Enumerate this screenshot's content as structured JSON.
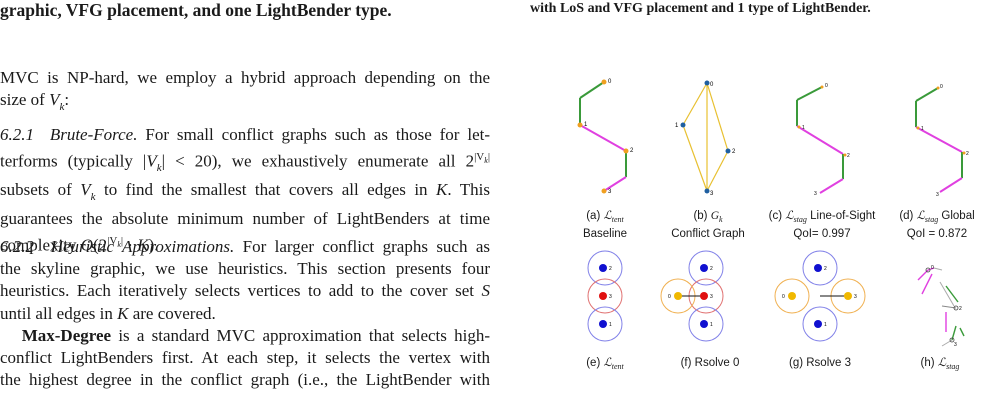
{
  "left": {
    "caption_fragment": "graphic, VFG placement, and one LightBender type.",
    "intro_line1": "MVC is NP-hard, we employ a hybrid approach depending on the",
    "intro_line2_pre": "size of ",
    "intro_line2_var": "V",
    "intro_line2_sub": "k",
    "intro_line2_post": ":",
    "sec621_num": "6.2.1",
    "sec621_title": "Brute-Force.",
    "sec621_l1": "For small conflict graphs such as those for let-",
    "sec621_l2_pre": "terforms (typically |",
    "sec621_l2_var": "V",
    "sec621_l2_sub": "k",
    "sec621_l2_mid": "| < 20), we exhaustively enumerate all 2",
    "sec621_l2_sup": "|V",
    "sec621_l2_supsub": "k",
    "sec621_l2_supend": "|",
    "sec621_l3_pre": "subsets of ",
    "sec621_l3_var": "V",
    "sec621_l3_sub": "k",
    "sec621_l3_post": " to find the smallest that covers all edges in ",
    "sec621_l3_K": "K",
    "sec621_l3_end": ". This",
    "sec621_l4": "guarantees the absolute minimum number of LightBenders at time",
    "sec621_l5_pre": "complexity ",
    "sec621_l5_math": "O",
    "sec621_l5_open": "(2",
    "sec621_l5_sup": "|V",
    "sec621_l5_supsub": "k",
    "sec621_l5_supend": "|",
    "sec621_l5_mid": " · ",
    "sec621_l5_K": "K",
    "sec621_l5_close": ").",
    "sec622_num": "6.2.2",
    "sec622_title": "Heuristic Approximations.",
    "sec622_l1": "For larger conflict graphs such as",
    "sec622_l2": "the skyline graphic, we use heuristics. This section presents four",
    "sec622_l3_pre": "heuristics. Each iteratively selects vertices to add to the cover set ",
    "sec622_l3_S": "S",
    "sec622_l4_pre": "until all edges in ",
    "sec622_l4_K": "K",
    "sec622_l4_post": " are covered.",
    "maxdeg_bold": "Max-Degree",
    "maxdeg_l1": " is a standard MVC approximation that selects high-",
    "maxdeg_l2": "conflict LightBenders first. At each step, it selects the vertex with",
    "maxdeg_l3": "the highest degree in the conflict graph (i.e., the LightBender with"
  },
  "right": {
    "caption_fragment": "with LoS and VFG placement and 1 type of LightBender.",
    "subfigs": [
      {
        "letter": "(a) ",
        "sym": "ℒ",
        "sub": "tent",
        "line2": "Baseline"
      },
      {
        "letter": "(b) ",
        "sym": "G",
        "sub": "k",
        "line2": "Conflict Graph"
      },
      {
        "letter": "(c) ",
        "sym": "ℒ",
        "sub": "stag",
        "after": " Line-of-Sight",
        "line2": "QoI= 0.997"
      },
      {
        "letter": "(d) ",
        "sym": "ℒ",
        "sub": "stag",
        "after": " Global",
        "line2": "QoI = 0.872"
      },
      {
        "letter": "(e) ",
        "sym": "ℒ",
        "sub": "tent"
      },
      {
        "letter": "(f) Rsolve 0"
      },
      {
        "letter": "(g) Rsolve 3"
      },
      {
        "letter": "(h) ",
        "sym": "ℒ",
        "sub": "stag"
      }
    ],
    "node_labels": [
      "0",
      "1",
      "2",
      "3"
    ],
    "colors": {
      "green": "#3a9a3a",
      "magenta": "#e040e0",
      "yellow_edge": "#e8c030",
      "orange_node": "#f0a020",
      "blue_node": "#1f5fa0",
      "ring_blue": "#8080e8",
      "ring_red": "#e07070",
      "ring_orange": "#f0b050",
      "dot_blue": "#1010d0",
      "dot_red": "#e01010",
      "dot_yellow": "#f0b800"
    }
  }
}
